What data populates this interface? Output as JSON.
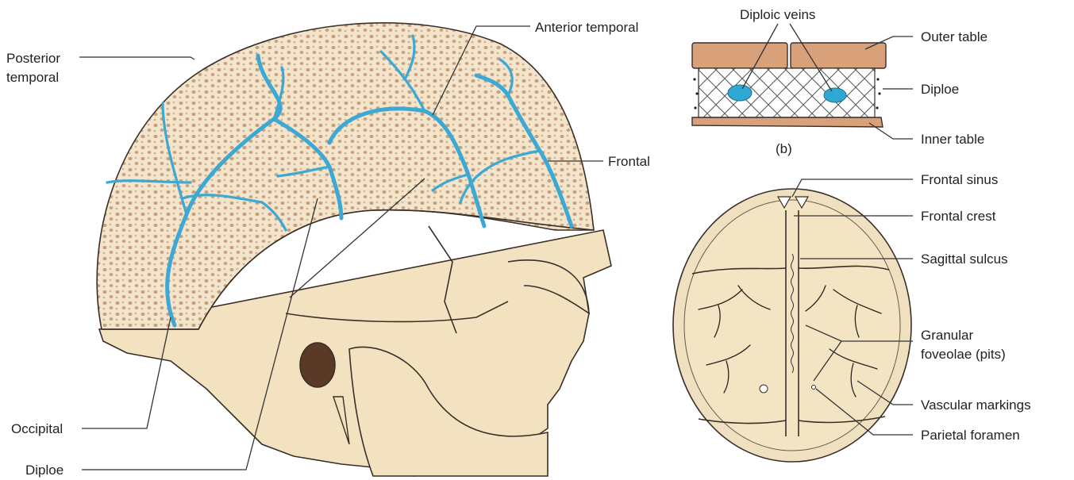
{
  "colors": {
    "bone": "#f3e2bf",
    "diploe_fill": "#f2e5cc",
    "diploe_dots": "#c9a07c",
    "table_brown": "#d9a17a",
    "vein_blue": "#3ba9d3",
    "line": "#333333"
  },
  "figure_b_label": "(b)",
  "labels": {
    "posterior_temporal_line1": "Posterior",
    "posterior_temporal_line2": "temporal",
    "anterior_temporal": "Anterior temporal",
    "frontal": "Frontal",
    "occipital": "Occipital",
    "diploe_main": "Diploe",
    "diploic_veins": "Diploic veins",
    "outer_table": "Outer table",
    "diploe_section": "Diploe",
    "inner_table": "Inner table",
    "frontal_sinus": "Frontal sinus",
    "frontal_crest": "Frontal crest",
    "sagittal_sulcus": "Sagittal sulcus",
    "granular_line1": "Granular",
    "granular_line2": "foveolae (pits)",
    "vascular_markings": "Vascular markings",
    "parietal_foramen": "Parietal foramen"
  }
}
